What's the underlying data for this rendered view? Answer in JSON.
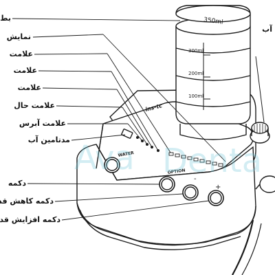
{
  "bottle": {
    "capacity_label": "350ml",
    "marks": [
      "300ml",
      "200ml",
      "100ml"
    ]
  },
  "device": {
    "brand_text": "ins-tc",
    "water_button_label": "WATER",
    "option_label": "OPTION",
    "minus_symbol": "-",
    "plus_symbol": "+"
  },
  "watermark": {
    "left": "Ava",
    "right": "Denta"
  },
  "callouts": {
    "bottle": "بط",
    "display": "نمایش",
    "sign_1": "علامت",
    "sign_2": "علامت",
    "sign_3": "علامت",
    "status_sign": "علامت  حال",
    "water_sign": "علامت آبرس",
    "water_supply": "مدتامین آب",
    "water_right": "آب",
    "option_button": "دکمه",
    "decrease_button": "دکمه کاهش قد",
    "increase_button": "دکمه افزایش قد"
  },
  "colors": {
    "line": "#1a1a1a",
    "watermark": "#6fc7d8"
  }
}
